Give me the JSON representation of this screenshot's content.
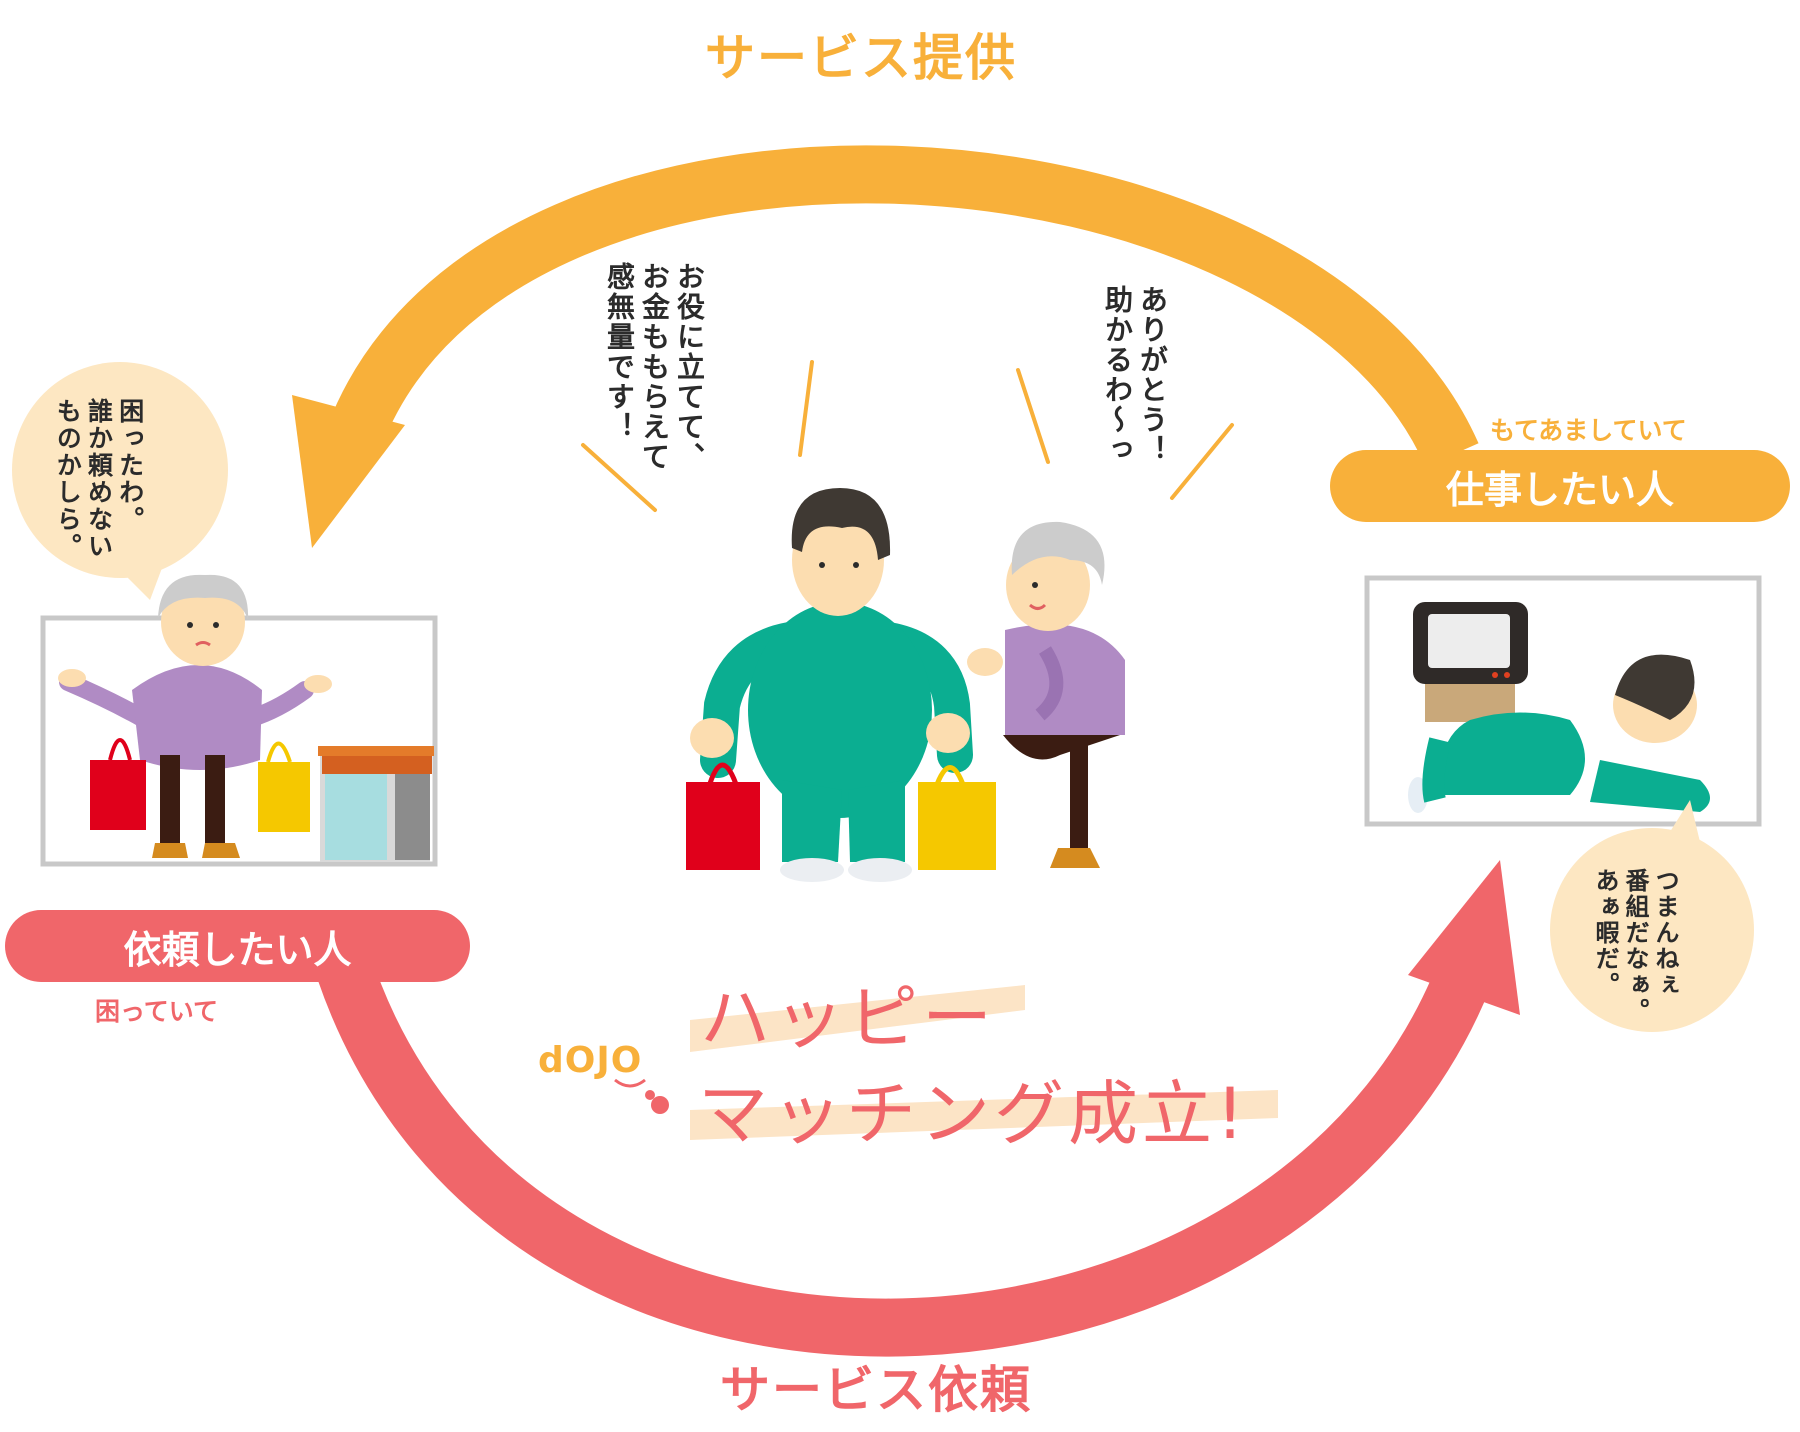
{
  "colors": {
    "orange": "#F8B03A",
    "coral": "#F0666A",
    "green": "#0BAE91",
    "purple": "#B08BC4",
    "bubble": "#FDE7C2",
    "red_bag": "#E0001B",
    "yellow_bag": "#F5C800",
    "skin": "#FCDDB0",
    "hair_gray": "#CCCCCC",
    "hair_dark": "#3F3933",
    "leg_dark": "#3B1C12",
    "frame_gray": "#C8C8C8"
  },
  "top_arc": {
    "label": "サービス提供"
  },
  "bottom_arc": {
    "label": "サービス依頼"
  },
  "provider": {
    "label": "仕事したい人",
    "sublabel": "もてあましていて"
  },
  "requester": {
    "label": "依頼したい人",
    "sublabel": "困っていて"
  },
  "speech": {
    "requester": [
      "困ったわ。",
      "誰か頼めない",
      "ものかしら。"
    ],
    "provider": [
      "つまんねぇ",
      "番組だなぁ。",
      "あぁ暇だ。"
    ],
    "helper": [
      "お役に立てて、",
      "お金ももらえて",
      "感無量です！"
    ],
    "grandma": [
      "ありがとう！",
      "助かるわ～っ"
    ]
  },
  "center": {
    "logo": "dOJO",
    "line1": "ハッピー",
    "line2": "マッチング成立!"
  },
  "icons": {
    "tv": "tv-icon",
    "store": "store-icon",
    "red_bag": "shopping-bag-icon",
    "yellow_bag": "shopping-bag-icon"
  }
}
